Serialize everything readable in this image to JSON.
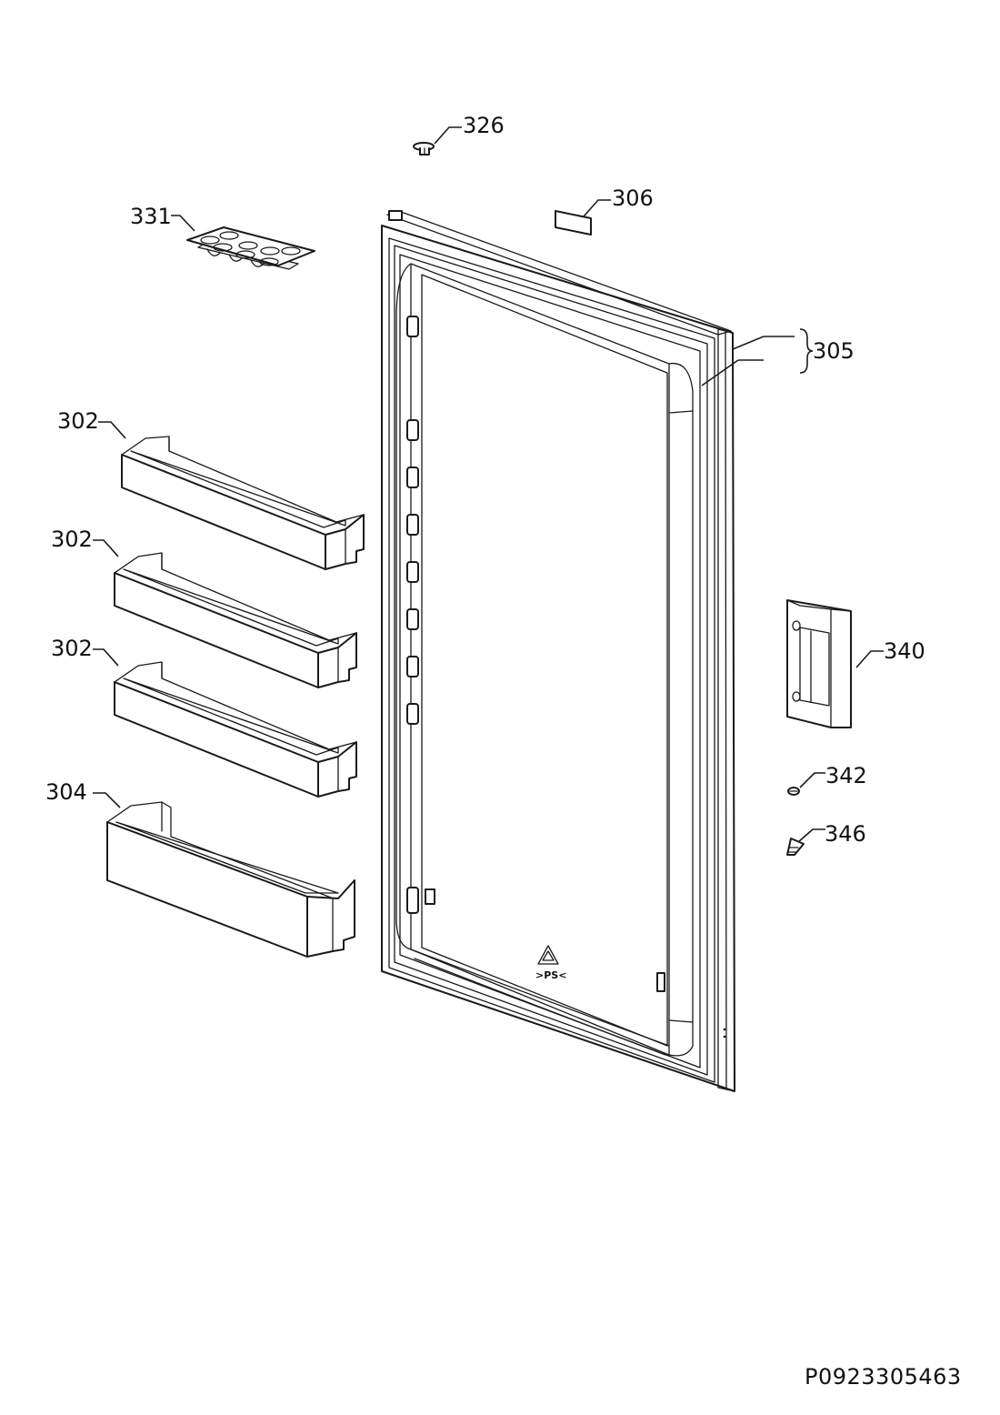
{
  "labels": {
    "p326": "326",
    "p306": "306",
    "p331": "331",
    "p305": "305",
    "p302a": "302",
    "p302b": "302",
    "p302c": "302",
    "p304": "304",
    "p340": "340",
    "p342": "342",
    "p346": "346"
  },
  "recycle_mark": ">PS<",
  "document_number": "P0923305463"
}
